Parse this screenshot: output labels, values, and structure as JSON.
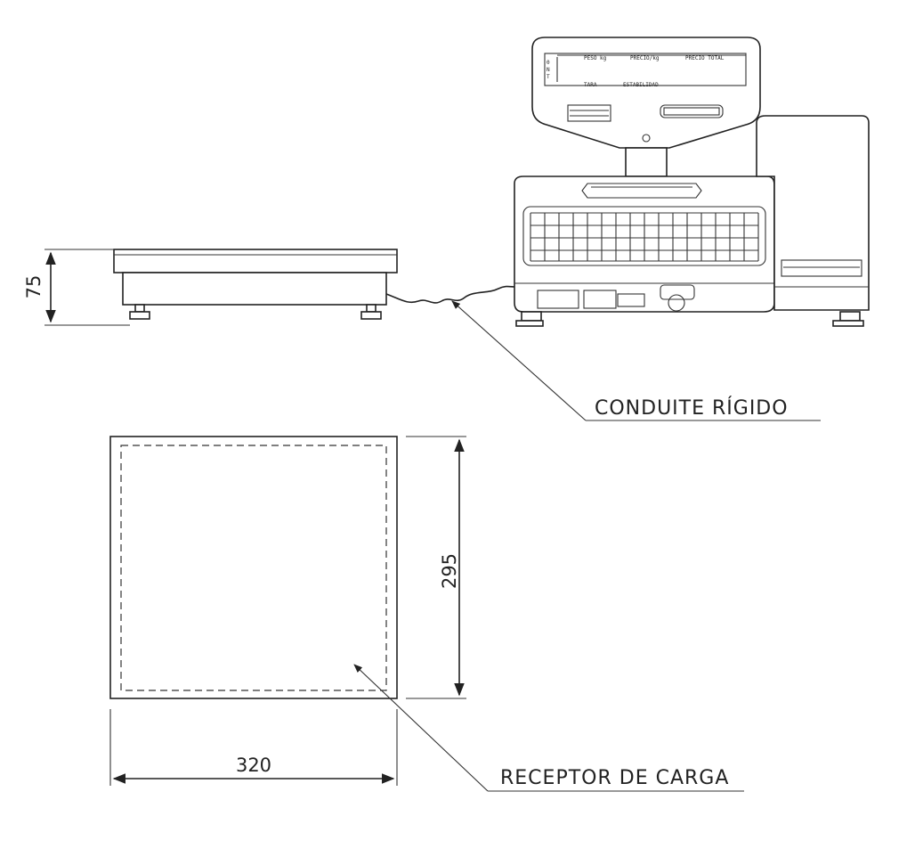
{
  "labels": {
    "conduit": "CONDUITE RÍGIDO",
    "load_receptor": "RECEPTOR DE CARGA"
  },
  "dimensions": {
    "height": "75",
    "depth": "295",
    "width": "320"
  },
  "colors": {
    "line": "#222222",
    "background": "#ffffff"
  }
}
